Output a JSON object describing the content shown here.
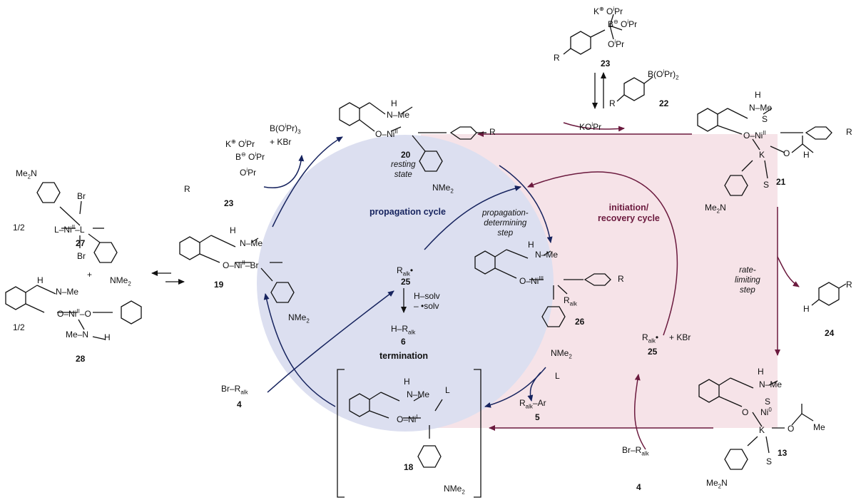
{
  "compounds": {
    "c20": "20",
    "c21": "21",
    "c22": "22",
    "c23_top": "23",
    "c23_left": "23",
    "c24": "24",
    "c25_center": "25",
    "c25_right": "25",
    "c26": "26",
    "c27": "27",
    "c28": "28",
    "c19": "19",
    "c18": "18",
    "c13": "13",
    "c6": "6",
    "c4_left": "4",
    "c4_right": "4",
    "c5": "5"
  },
  "labels": {
    "propagation_cycle": "propagation cycle",
    "recovery_cycle_1": "initiation/",
    "recovery_cycle_2": "recovery cycle",
    "resting_state_1": "resting",
    "resting_state_2": "state",
    "prop_det_1": "propagation-",
    "prop_det_2": "determining",
    "prop_det_3": "step",
    "rate_lim_1": "rate-",
    "rate_lim_2": "limiting",
    "rate_lim_3": "step",
    "termination": "termination",
    "half_top": "1/2",
    "half_bottom": "1/2",
    "plus_left": "+",
    "kbr_byproduct_1": "B(O",
    "kbr_byproduct_2": "+ KBr",
    "koipr": "KO",
    "ralk_kbr": "+  KBr",
    "hsolv_1": "H–solv",
    "hsolv_2": "– •solv"
  },
  "colors": {
    "propagation_fill": "#dcdff0",
    "recovery_fill": "#f6e3e8",
    "blue_arrow": "#16235e",
    "plum_arrow": "#6b1a3e",
    "black": "#111111"
  }
}
